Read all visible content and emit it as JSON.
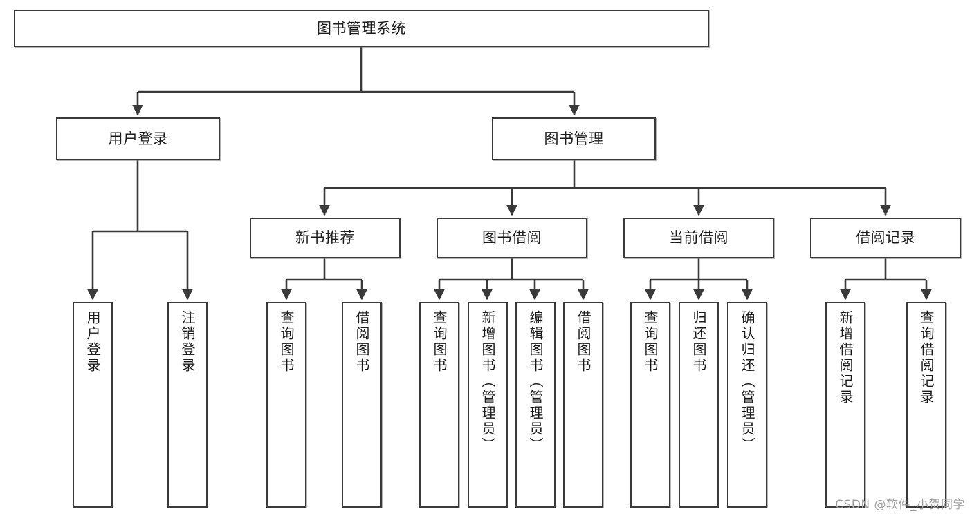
{
  "diagram": {
    "title": "图书管理系统",
    "type": "tree",
    "watermark": "CSDN @软件_小贺同学",
    "colors": {
      "box_border": "#3a3a3a",
      "box_fill": "#ffffff",
      "edge": "#3a3a3a",
      "text": "#1b1b1b",
      "watermark": "#9d9d9d"
    },
    "levels": {
      "root": "图书管理系统",
      "level2": [
        "用户登录",
        "图书管理"
      ],
      "level3": [
        "新书推荐",
        "图书借阅",
        "当前借阅",
        "借阅记录"
      ]
    },
    "nodes": {
      "root": {
        "label": "图书管理系统"
      },
      "user_login": {
        "label": "用户登录"
      },
      "book_mgmt": {
        "label": "图书管理"
      },
      "new_book_rec": {
        "label": "新书推荐"
      },
      "book_borrow": {
        "label": "图书借阅"
      },
      "current_borrow": {
        "label": "当前借阅"
      },
      "borrow_record": {
        "label": "借阅记录"
      },
      "leaf_user_login": {
        "label": "用户登录"
      },
      "leaf_user_logout": {
        "label": "注销登录"
      },
      "leaf_query_book_1": {
        "label": "查询图书"
      },
      "leaf_borrow_book_1": {
        "label": "借阅图书"
      },
      "leaf_query_book_2": {
        "label": "查询图书"
      },
      "leaf_add_book": {
        "label": "新增图书（管理员）"
      },
      "leaf_edit_book": {
        "label": "编辑图书（管理员）"
      },
      "leaf_borrow_book_2": {
        "label": "借阅图书"
      },
      "leaf_query_book_3": {
        "label": "查询图书"
      },
      "leaf_return_book": {
        "label": "归还图书"
      },
      "leaf_confirm_return": {
        "label": "确认归还（管理员）"
      },
      "leaf_add_record": {
        "label": "新增借阅记录"
      },
      "leaf_query_record": {
        "label": "查询借阅记录"
      }
    },
    "edges": [
      {
        "from": "root",
        "to": "用户登录"
      },
      {
        "from": "root",
        "to": "图书管理"
      },
      {
        "from": "用户登录",
        "to": "用户登录(叶)"
      },
      {
        "from": "用户登录",
        "to": "注销登录"
      },
      {
        "from": "图书管理",
        "to": "新书推荐"
      },
      {
        "from": "图书管理",
        "to": "图书借阅"
      },
      {
        "from": "图书管理",
        "to": "当前借阅"
      },
      {
        "from": "图书管理",
        "to": "借阅记录"
      },
      {
        "from": "新书推荐",
        "to": "查询图书"
      },
      {
        "from": "新书推荐",
        "to": "借阅图书"
      },
      {
        "from": "图书借阅",
        "to": "查询图书"
      },
      {
        "from": "图书借阅",
        "to": "新增图书（管理员）"
      },
      {
        "from": "图书借阅",
        "to": "编辑图书（管理员）"
      },
      {
        "from": "图书借阅",
        "to": "借阅图书"
      },
      {
        "from": "当前借阅",
        "to": "查询图书"
      },
      {
        "from": "当前借阅",
        "to": "归还图书"
      },
      {
        "from": "当前借阅",
        "to": "确认归还（管理员）"
      },
      {
        "from": "借阅记录",
        "to": "新增借阅记录"
      },
      {
        "from": "借阅记录",
        "to": "查询借阅记录"
      }
    ]
  }
}
